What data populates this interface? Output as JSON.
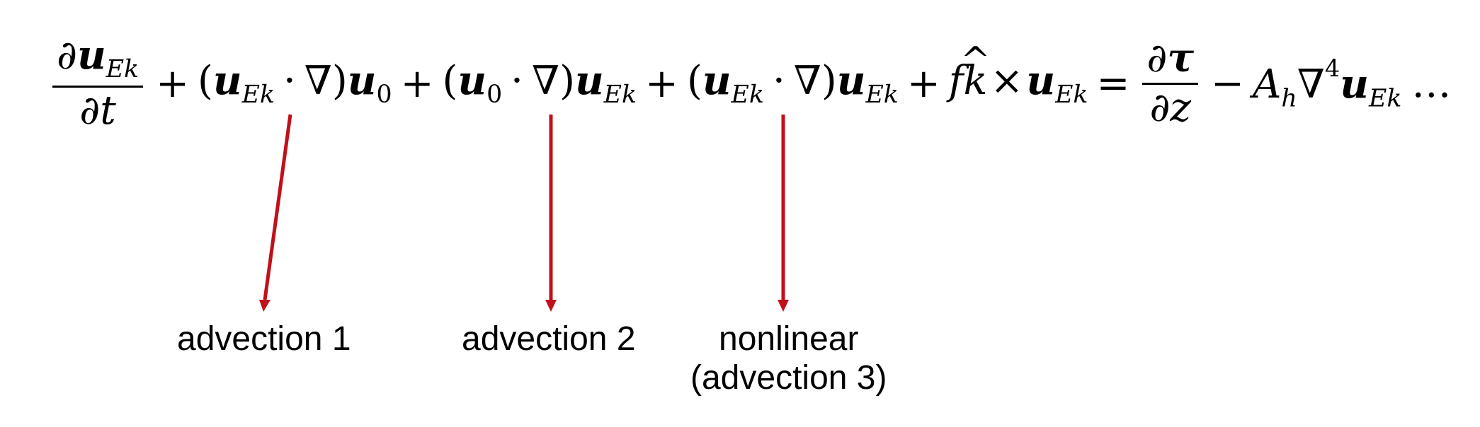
{
  "equation": {
    "d_partial": "∂",
    "u": "u",
    "sub_Ek": "Ek",
    "sub_0": "0",
    "t": "t",
    "tau": "τ",
    "z": "z",
    "plus": "+",
    "minus": "−",
    "equals": "=",
    "dot": "·",
    "nabla": "∇",
    "lparen": "(",
    "rparen": ")",
    "f": "f",
    "k": "k",
    "cross": "×",
    "A": "A",
    "sub_h": "h",
    "sup_4": "4",
    "ellipsis": "…"
  },
  "labels": {
    "advection1": "advection 1",
    "advection2": "advection 2",
    "nonlinear_line1": "nonlinear",
    "nonlinear_line2": "(advection 3)"
  },
  "colors": {
    "arrow": "#c0101a",
    "text": "#000000"
  }
}
